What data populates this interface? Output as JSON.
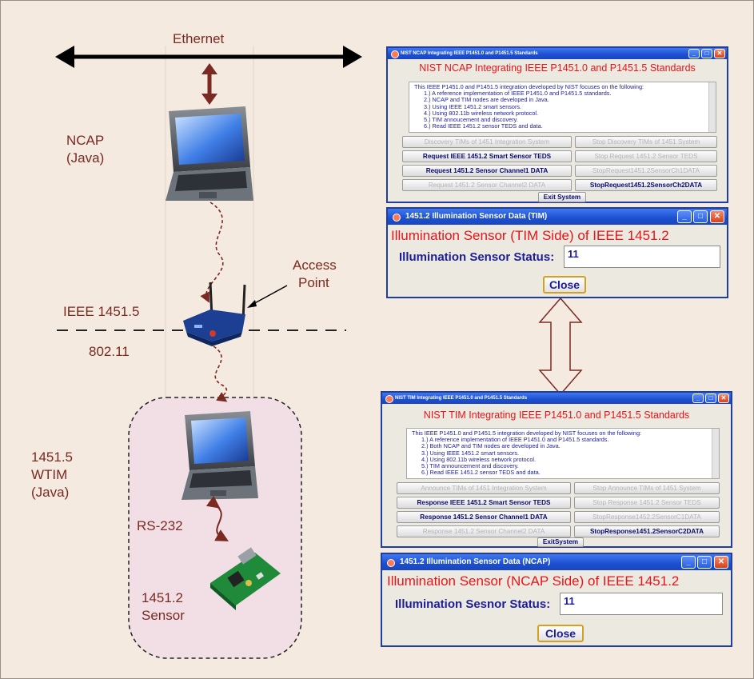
{
  "labels": {
    "ethernet": "Ethernet",
    "ncap": "NCAP",
    "ncap_java": "(Java)",
    "access_point_1": "Access",
    "access_point_2": "Point",
    "ieee": "IEEE 1451.5",
    "wifi": "802.11",
    "wtim_1": "1451.5",
    "wtim_2": "WTIM",
    "wtim_3": "(Java)",
    "rs232": "RS-232",
    "sensor_1": "1451.2",
    "sensor_2": "Sensor"
  },
  "ncap_window": {
    "titlebar": "NIST NCAP Integrating IEEE P1451.0 and P1451.5 Standards",
    "heading": "NIST NCAP Integrating IEEE P1451.0 and P1451.5 Standards",
    "lines": [
      "This IEEE P1451.0 and P1451.5 integration developed by NIST focuses on the following:",
      "1.) A reference implementation of IEEE P1451.0 and P1451.5 standards.",
      "2.) NCAP and TIM nodes are developed in Java.",
      "3.) Using IEEE 1451.2 smart sensors.",
      "4.) Using 802.11b wireless network protocol.",
      "5.) TIM annoucement and discovery.",
      "6.) Read IEEE 1451.2 sensor TEDS and data."
    ],
    "buttons": [
      {
        "label": "Discovery TIMs of 1451 Integration System",
        "enabled": false
      },
      {
        "label": "Stop Discovery  TIMs of 1451 System",
        "enabled": false
      },
      {
        "label": "Request IEEE 1451.2 Smart Sensor TEDS",
        "enabled": true
      },
      {
        "label": "Stop  Request  1451.2  Sensor TEDS",
        "enabled": false
      },
      {
        "label": "Request  1451.2  Sensor Channel1  DATA",
        "enabled": true
      },
      {
        "label": "StopRequest1451.2SensorCh1DATA",
        "enabled": false
      },
      {
        "label": "Request  1451.2  Sensor  Channel2  DATA",
        "enabled": false
      },
      {
        "label": "StopRequest1451.2SensorCh2DATA",
        "enabled": true
      }
    ],
    "exit": "Exit System"
  },
  "tim_status_window": {
    "titlebar": "1451.2 Illumination Sensor Data (TIM)",
    "heading": "Illumination Sensor (TIM Side) of IEEE 1451.2",
    "status_label": "Illumination Sensor Status:",
    "status_value": "11",
    "close": "Close"
  },
  "tim_window": {
    "titlebar": "NIST TIM Integrating IEEE P1451.0 and P1451.5 Standards",
    "heading": "NIST TIM Integrating IEEE P1451.0 and P1451.5 Standards",
    "lines": [
      "This IEEE P1451.0 and P1451.5 integration developed by NIST focuses on the following:",
      "1.) A reference implementation of IEEE P1451.0 and P1451.5 standards.",
      "2.) Both NCAP and TIM nodes are developed in Java.",
      "3.) Using IEEE  1451.2 smart sensors.",
      "4.) Using 802.11b wireless network protocol.",
      "5.) TIM announcement and discovery.",
      "6.) Read IEEE 1451.2 sensor TEDS and data."
    ],
    "buttons": [
      {
        "label": "Announce TIMs  of  1451 Integration System",
        "enabled": false
      },
      {
        "label": "Stop Announce TIMs of 1451 System",
        "enabled": false
      },
      {
        "label": "Response IEEE 1451.2 Smart Sensor TEDS",
        "enabled": true
      },
      {
        "label": "Stop Response 1451.2 Sensor TEDS",
        "enabled": false
      },
      {
        "label": "Response  1451.2  Sensor  Channel1  DATA",
        "enabled": true
      },
      {
        "label": "StopResponse1452.2SensorC1DATA",
        "enabled": false
      },
      {
        "label": "Response  1451.2  Sensor  Channel2  DATA",
        "enabled": false
      },
      {
        "label": "StopResponse1451.2SensorC2DATA",
        "enabled": true
      }
    ],
    "exit": "ExitSystem"
  },
  "ncap_status_window": {
    "titlebar": "1451.2 Illumination Sensor Data (NCAP)",
    "heading": "Illumination Sensor (NCAP Side) of IEEE 1451.2",
    "status_label": "Illumination Sesnor Status:",
    "status_value": "11",
    "close": "Close"
  },
  "window_controls": {
    "minimize": "_",
    "maximize": "□",
    "close": "✕"
  },
  "icons": {
    "laptop": "laptop-icon",
    "router": "wireless-router-icon",
    "sensor_board": "circuit-board-icon"
  },
  "colors": {
    "background": "#f4eadf",
    "label_text": "#7a2a22",
    "wire": "#7a2a22",
    "ethernet_bus": "#000000",
    "titlebar": "#1d4fd0",
    "heading_red": "#e8141a",
    "button_text": "#0a0a6e"
  }
}
